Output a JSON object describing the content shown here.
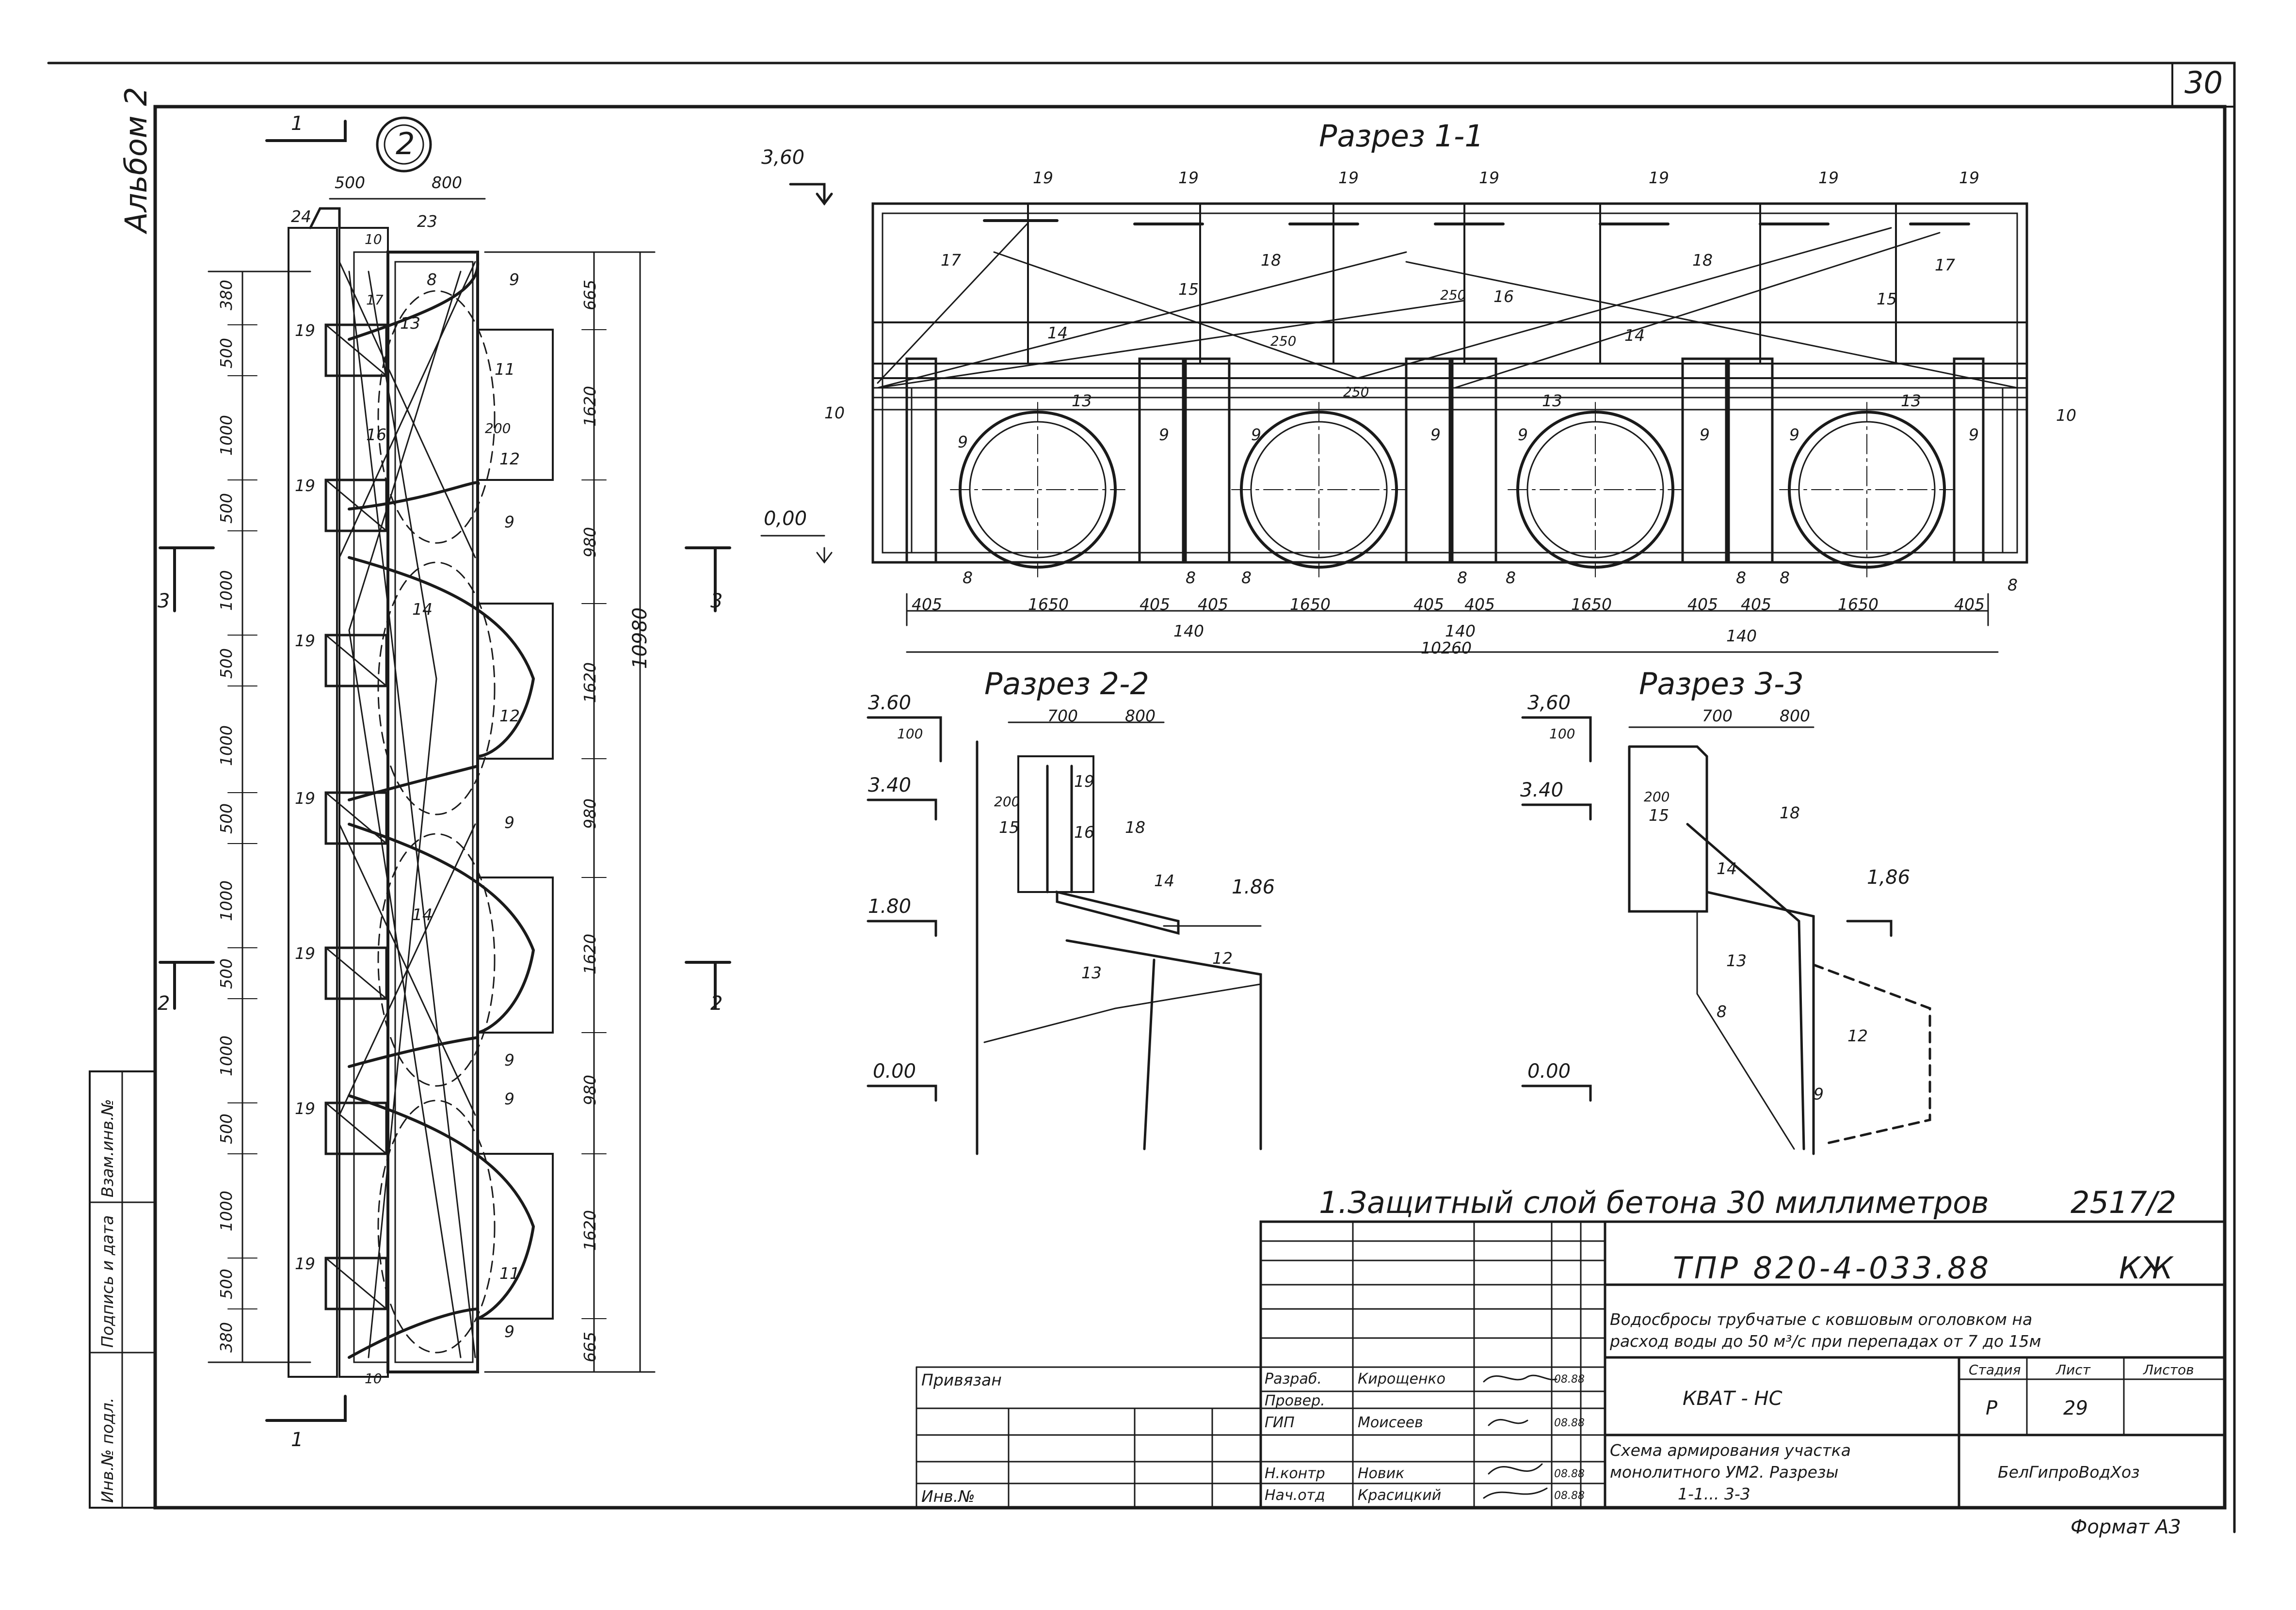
{
  "sheet": {
    "page_number": "30",
    "album": "Альбом 2",
    "node_mark": "2",
    "format": "Формат А3",
    "note": "1.Защитный слой бетона 30 миллиметров",
    "drawing_no": "2517/2"
  },
  "plan": {
    "top_dims": [
      "500",
      "800"
    ],
    "left_dims": [
      "380",
      "500",
      "1000",
      "500",
      "1000",
      "500",
      "1000",
      "500",
      "1000",
      "500",
      "1000",
      "500",
      "1000",
      "500",
      "380"
    ],
    "right_dims": [
      "665",
      "1620",
      "980",
      "1620",
      "980",
      "1620",
      "980",
      "1620",
      "665"
    ],
    "overall": "10980",
    "callouts": [
      "24",
      "10",
      "23",
      "17",
      "19",
      "13",
      "8",
      "9",
      "11",
      "16",
      "12",
      "200",
      "14"
    ]
  },
  "section_marks": {
    "s1": "1",
    "s2": "2",
    "s3": "3"
  },
  "sections": {
    "s11": {
      "title": "Разрез 1-1",
      "elev_top": "3,60",
      "elev_bottom": "0,00",
      "callouts": [
        "19",
        "17",
        "18",
        "15",
        "16",
        "14",
        "13",
        "10",
        "9",
        "8",
        "250"
      ],
      "spans": [
        "405",
        "1650",
        "405",
        "405",
        "1650",
        "405",
        "405",
        "1650",
        "405",
        "405",
        "1650",
        "405"
      ],
      "gaps": [
        "140",
        "140",
        "140"
      ],
      "overall": "10260"
    },
    "s22": {
      "title": "Разрез 2-2",
      "elev_top": "3.60",
      "elev_2": "3.40",
      "elev_3": "1.80",
      "elev_4": "1.86",
      "elev_bottom": "0.00",
      "dims": [
        "700",
        "800",
        "100",
        "200"
      ],
      "callouts": [
        "19",
        "15",
        "16",
        "18",
        "14",
        "12",
        "13"
      ]
    },
    "s33": {
      "title": "Разрез 3-3",
      "elev_top": "3,60",
      "elev_2": "3.40",
      "elev_3": "1,86",
      "elev_bottom": "0.00",
      "dims": [
        "700",
        "800",
        "100",
        "200"
      ],
      "callouts": [
        "15",
        "18",
        "14",
        "13",
        "8",
        "12",
        "9"
      ]
    }
  },
  "title_block": {
    "code": "ТПР 820-4-033.88",
    "suffix": "КЖ",
    "project_line1": "Водосбросы трубчатые с ковшовым оголовком на",
    "project_line2": "расход воды до 50 м³/с при перепадах от 7 до 15м",
    "object": "КВАТ - НС",
    "stage_h": "Стадия",
    "sheet_h": "Лист",
    "sheets_h": "Листов",
    "stage": "Р",
    "sheet_no": "29",
    "title_line1": "Схема армирования участка",
    "title_line2": "монолитного УМ2. Разрезы",
    "title_line3": "1-1... 3-3",
    "org": "БелГипроВодХоз",
    "privyazan": "Привязан",
    "inv_no": "Инв.№",
    "roles": [
      "Разраб.",
      "Провер.",
      "ГИП",
      "Н.контр",
      "Нач.отд"
    ],
    "names": [
      "Кирощенко",
      "",
      "Моисеев",
      "Новик",
      "Красицкий"
    ],
    "dates": [
      "08.88",
      "",
      "08.88",
      "08.88",
      "08.88"
    ]
  },
  "side_stamp": {
    "inv_podl": "Инв.№ подл.",
    "podpis": "Подпись и дата",
    "vzam": "Взам.инв.№"
  }
}
